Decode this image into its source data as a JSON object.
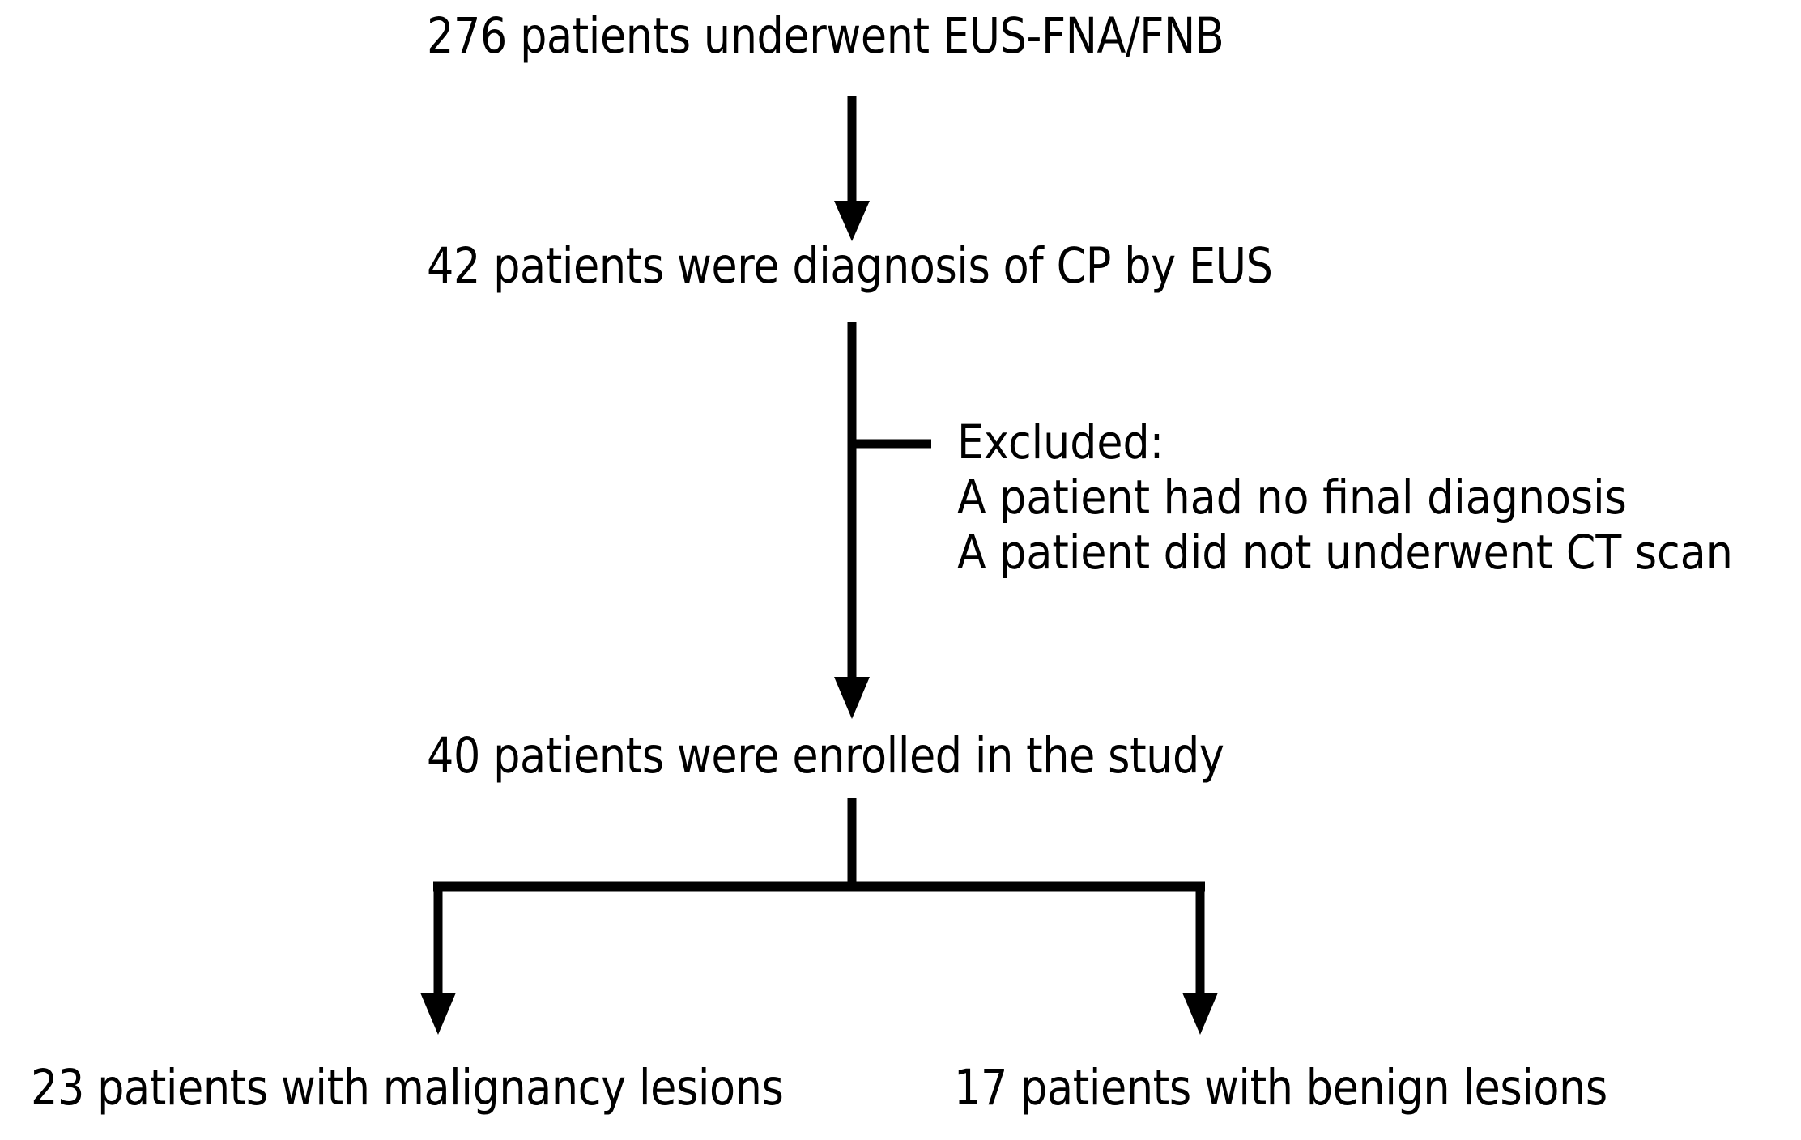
{
  "diagram": {
    "type": "flowchart",
    "title": "Patient enrollment flow diagram",
    "orientation": "top-to-bottom",
    "background_color": "#ffffff",
    "line_color": "#000000",
    "text_color": "#000000",
    "nodes": [
      {
        "id": "screened",
        "label": "276 patients underwent EUS-FNA/FNB",
        "count": 276,
        "level": 0
      },
      {
        "id": "diagnosed",
        "label": "42 patients were diagnosis of CP by EUS",
        "count": 42,
        "level": 1
      },
      {
        "id": "enrolled",
        "label": "40 patients were enrolled in the study",
        "count": 40,
        "level": 2
      },
      {
        "id": "malignant",
        "label": "23 patients with malignancy lesions",
        "count": 23,
        "level": 3
      },
      {
        "id": "benign",
        "label": "17 patients with benign lesions",
        "count": 17,
        "level": 3
      }
    ],
    "exclusion": {
      "heading": "Excluded:",
      "reasons": [
        "A patient had no final diagnosis",
        "A patient did not underwent CT scan"
      ]
    },
    "connectors": [
      {
        "id": "arrow-screened-to-diagnosed",
        "kind": "arrow-down"
      },
      {
        "id": "arrow-diagnosed-to-enrolled",
        "kind": "arrow-down"
      },
      {
        "id": "tick-exclusion",
        "kind": "side-tick"
      },
      {
        "id": "split-enrolled",
        "kind": "t-split-two-arrows"
      }
    ]
  }
}
